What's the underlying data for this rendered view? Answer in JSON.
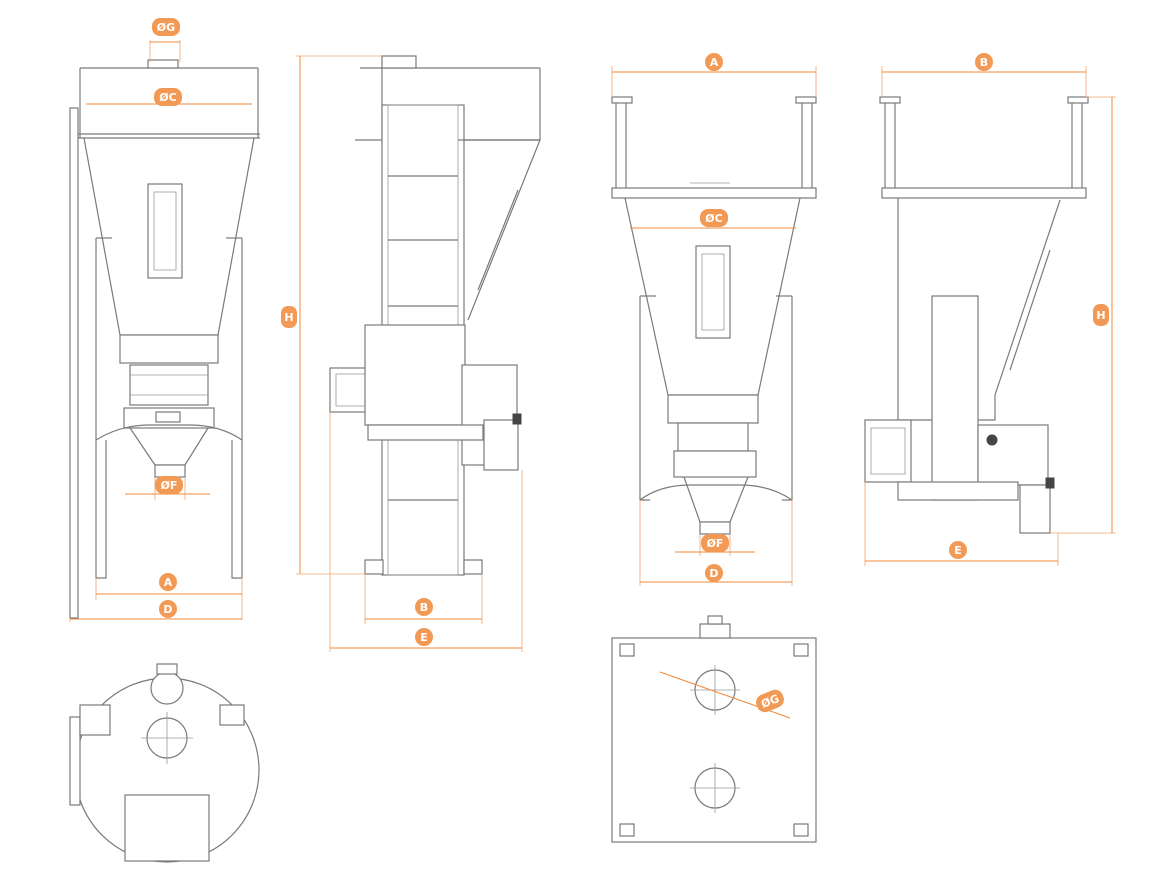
{
  "labels": {
    "dia_g": "ØG",
    "dia_c": "ØC",
    "dia_f": "ØF",
    "a": "A",
    "b": "B",
    "d": "D",
    "e": "E",
    "h": "H"
  },
  "colors": {
    "dimension": "#f08a3c",
    "badge": "#f29a55",
    "line": "#7a7a7a"
  }
}
